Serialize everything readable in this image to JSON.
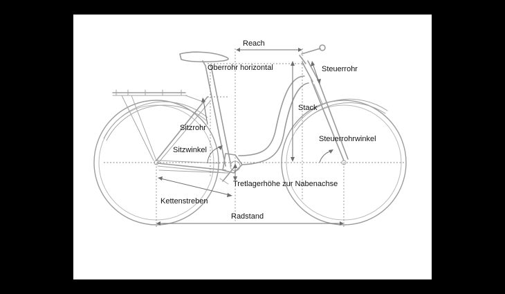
{
  "labels": {
    "reach": "Reach",
    "top_tube_horizontal": "Oberrohr horizontal",
    "head_tube": "Steuerrohr",
    "stack": "Stack",
    "seat_tube": "Sitzrohr",
    "head_tube_angle": "Steuerrohrwinkel",
    "seat_angle": "Sitzwinkel",
    "bb_height": "Tretlagerhöhe zur Nabenachse",
    "chainstays": "Kettenstreben",
    "wheelbase": "Radstand"
  },
  "colors": {
    "background": "#000000",
    "panel": "#ffffff",
    "frame_line": "#9a9a9a",
    "measure_line": "#6e6e6e",
    "label_text": "#111111"
  }
}
